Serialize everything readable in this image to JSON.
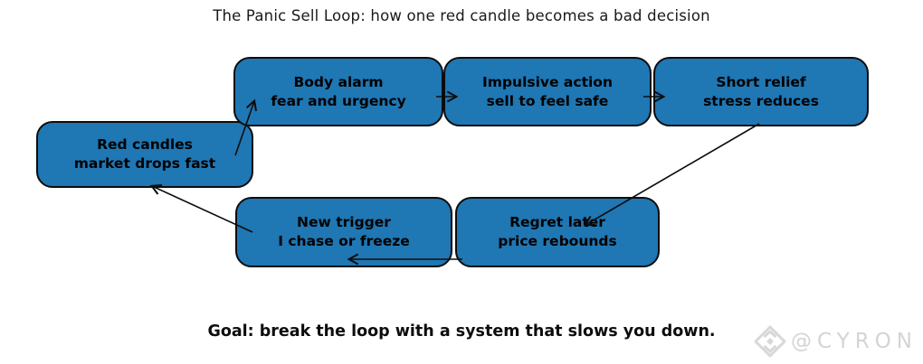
{
  "title": "The Panic Sell Loop: how one red candle becomes a bad decision",
  "goal": "Goal: break the loop with a system that slows you down.",
  "watermark": {
    "handle": "@CYRON",
    "icon": "diamond-logo"
  },
  "colors": {
    "background": "#ffffff",
    "node_fill": "#1f77b4",
    "node_border": "#0d0d0d",
    "arrow": "#0d0d0d",
    "watermark": "#d4d4d4"
  },
  "nodes": [
    {
      "id": "red-candles",
      "line1": "Red candles",
      "line2": "market drops fast"
    },
    {
      "id": "body-alarm",
      "line1": "Body alarm",
      "line2": "fear and urgency"
    },
    {
      "id": "impulsive-action",
      "line1": "Impulsive action",
      "line2": "sell to feel safe"
    },
    {
      "id": "short-relief",
      "line1": "Short relief",
      "line2": "stress reduces"
    },
    {
      "id": "regret-later",
      "line1": "Regret later",
      "line2": "price rebounds"
    },
    {
      "id": "new-trigger",
      "line1": "New trigger",
      "line2": "I chase or freeze"
    }
  ],
  "edges": [
    {
      "from": "red-candles",
      "to": "body-alarm"
    },
    {
      "from": "body-alarm",
      "to": "impulsive-action"
    },
    {
      "from": "impulsive-action",
      "to": "short-relief"
    },
    {
      "from": "short-relief",
      "to": "regret-later"
    },
    {
      "from": "regret-later",
      "to": "new-trigger"
    },
    {
      "from": "new-trigger",
      "to": "red-candles"
    }
  ]
}
